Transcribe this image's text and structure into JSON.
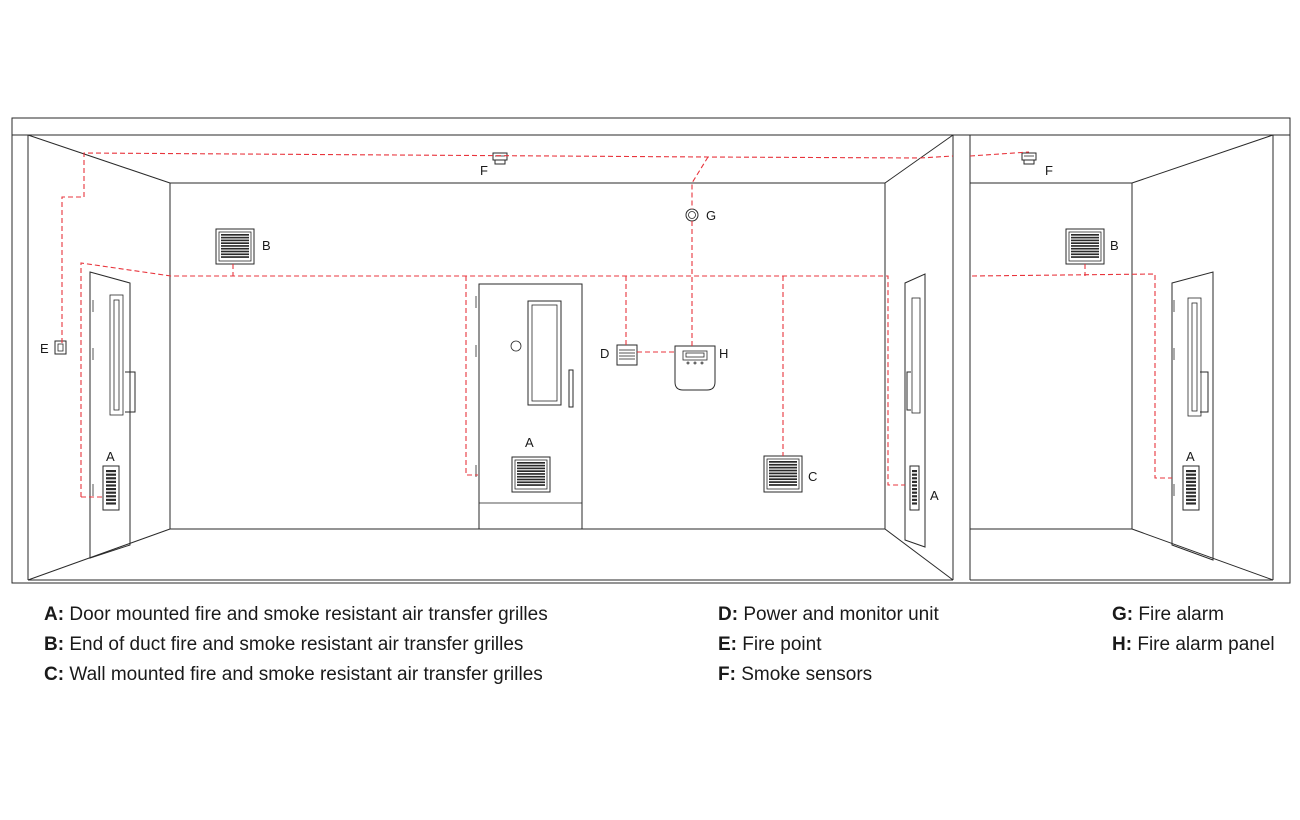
{
  "labels": {
    "A": "A",
    "B": "B",
    "C": "C",
    "D": "D",
    "E": "E",
    "F": "F",
    "G": "G",
    "H": "H"
  },
  "legend": [
    {
      "key": "A:",
      "text": "Door mounted fire and smoke resistant air transfer grilles"
    },
    {
      "key": "B:",
      "text": "End of duct fire and smoke resistant air transfer grilles"
    },
    {
      "key": "C:",
      "text": "Wall mounted fire and smoke resistant air transfer grilles"
    },
    {
      "key": "D:",
      "text": "Power and monitor unit"
    },
    {
      "key": "E:",
      "text": "Fire point"
    },
    {
      "key": "F:",
      "text": "Smoke sensors"
    },
    {
      "key": "G:",
      "text": "Fire alarm"
    },
    {
      "key": "H:",
      "text": "Fire alarm panel"
    }
  ],
  "colors": {
    "wiring": "#e8343c",
    "lines": "#2a2a2a",
    "background": "#ffffff"
  }
}
